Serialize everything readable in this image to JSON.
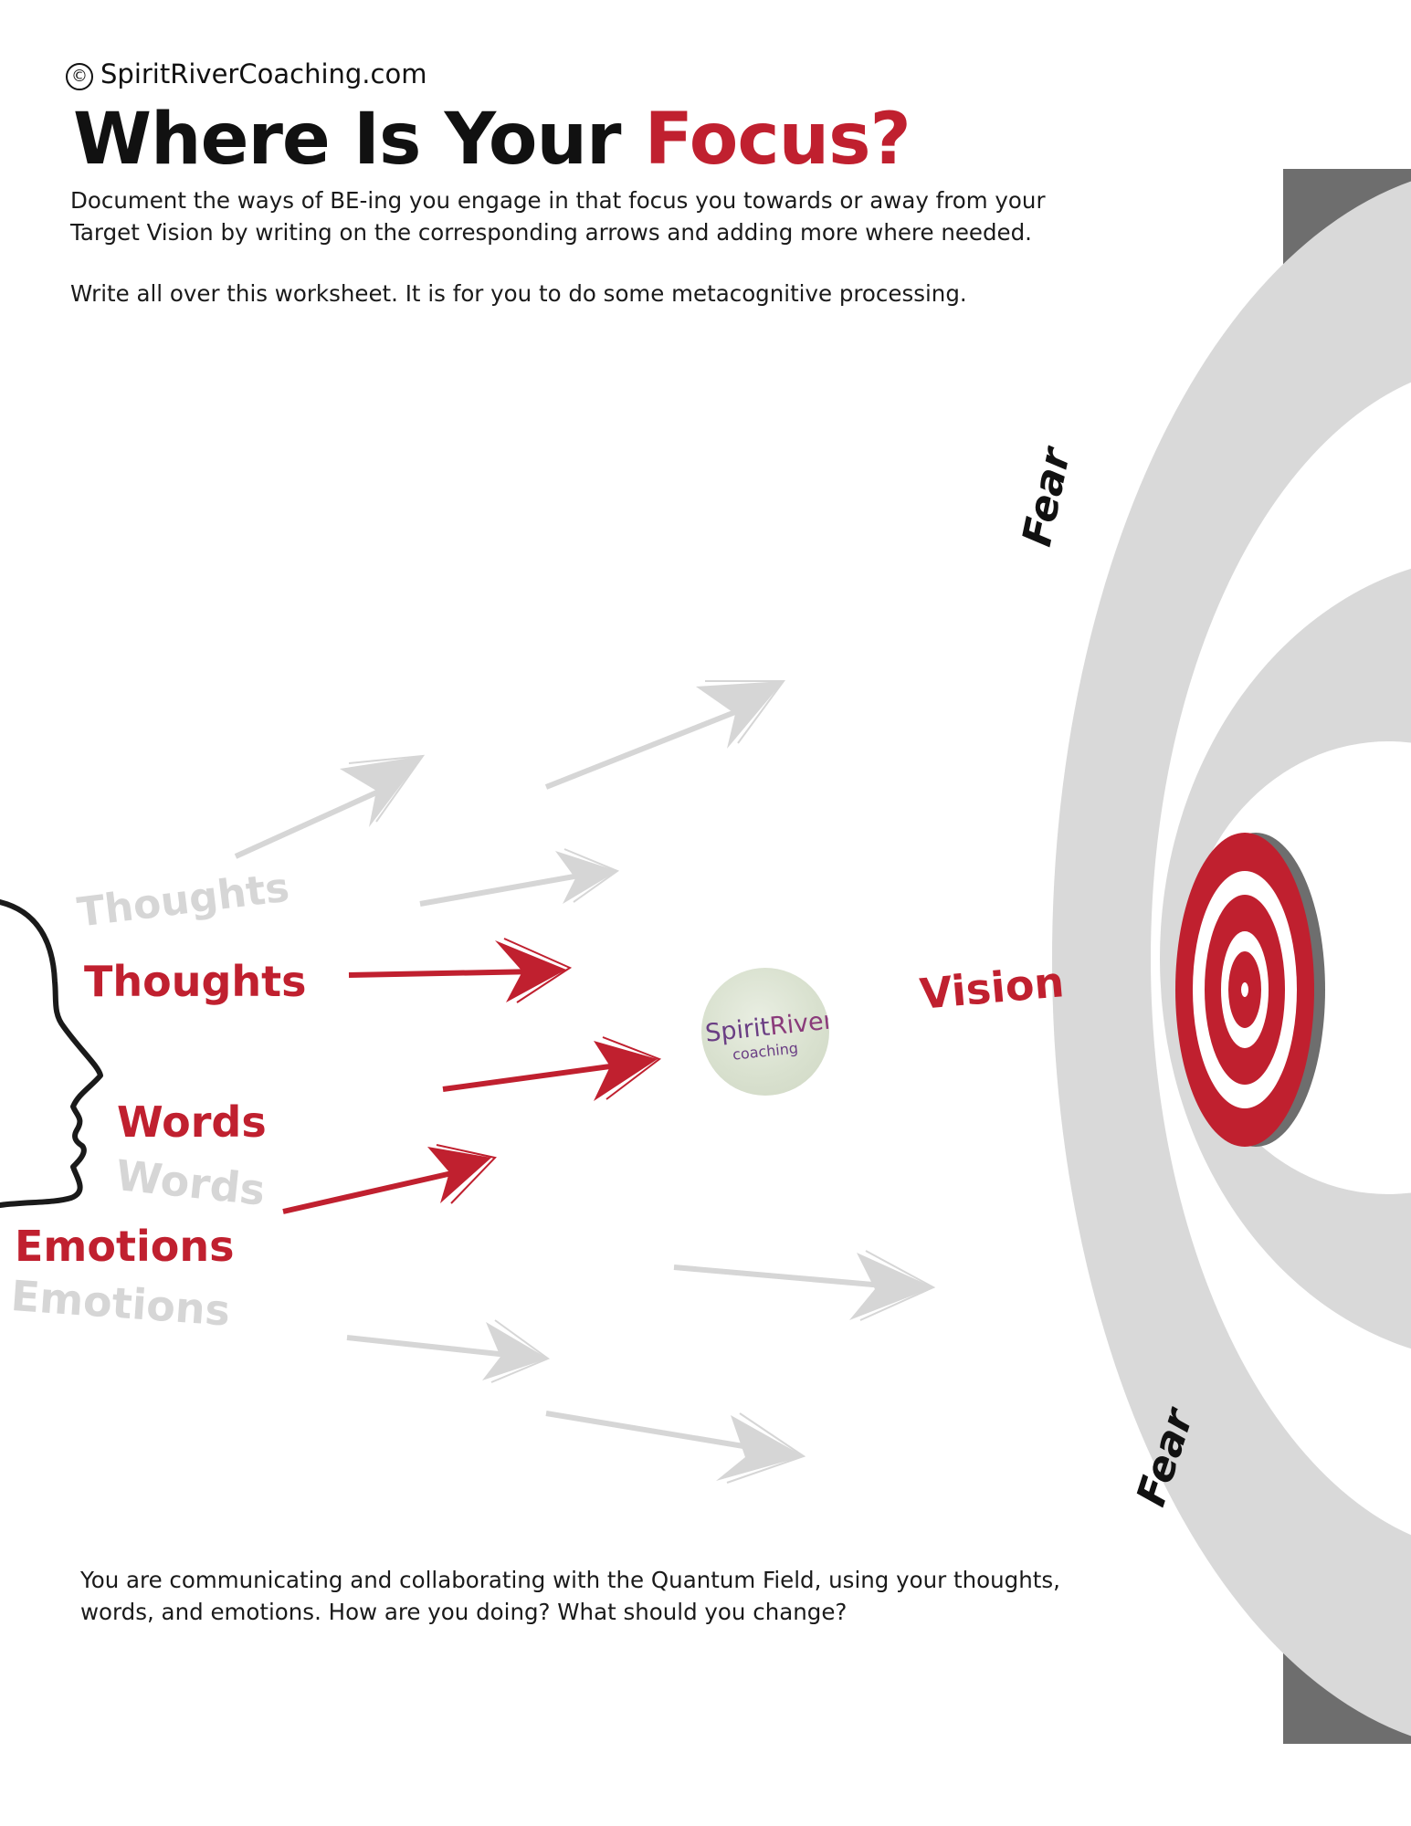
{
  "header": {
    "copyright": "SpiritRiverCoaching.com",
    "title_part1": "Where Is Your ",
    "title_accent": "Focus?"
  },
  "instructions": {
    "line1": "Document the ways of BE-ing you engage in that focus you towards or away from your",
    "line2": "Target Vision by writing on the corresponding arrows and adding more where needed.",
    "line3": "Write all over this worksheet.  It is for you to do some metacognitive processing."
  },
  "diagram": {
    "labels": {
      "thoughts_ghost": "Thoughts",
      "thoughts": "Thoughts",
      "words": "Words",
      "words_ghost": "Words",
      "emotions": "Emotions",
      "emotions_ghost": "Emotions",
      "vision": "Vision",
      "fear_top": "Fear",
      "fear_bottom": "Fear"
    },
    "logo": {
      "name_part1": "Spirit",
      "name_part2": "River",
      "tagline": "coaching"
    },
    "colors": {
      "accent": "#c0202f",
      "ghost": "#d6d6d6",
      "target_gray": "#d9d9d9",
      "target_edge": "#6e6e6e"
    }
  },
  "footer": {
    "line1": "You are communicating and collaborating with the Quantum Field, using your thoughts,",
    "line2": "words, and emotions. How are you doing?  What should you change?"
  }
}
